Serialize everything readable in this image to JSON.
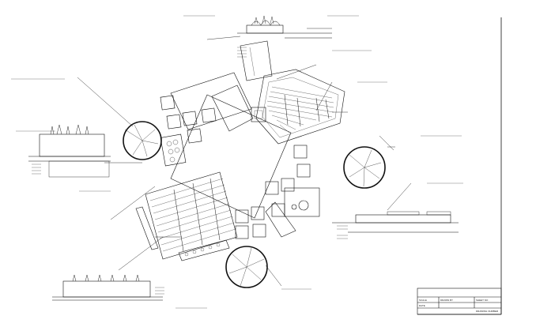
{
  "sheet": {
    "colors": {
      "line": "#111111",
      "paper": "#ffffff",
      "hatch": "#333333"
    }
  },
  "title_block": {
    "cells": [
      {
        "id": "scale",
        "label": "SCALE"
      },
      {
        "id": "drawn_by",
        "label": "DRAWN BY"
      },
      {
        "id": "sheet_no",
        "label": "SHEET NO"
      },
      {
        "id": "date",
        "label": "DATE"
      },
      {
        "id": "drawing_number",
        "label": "DRAWING NUMBER"
      }
    ]
  },
  "footer": {
    "text": ""
  }
}
